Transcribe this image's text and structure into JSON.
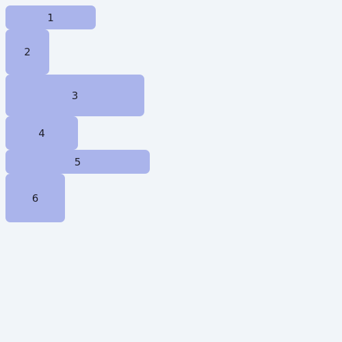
{
  "boxes": [
    {
      "label": "1"
    },
    {
      "label": "2"
    },
    {
      "label": "3"
    },
    {
      "label": "4"
    },
    {
      "label": "5"
    },
    {
      "label": "6"
    }
  ],
  "colors": {
    "background": "#f1f5f9",
    "box_fill": "#aab4eb",
    "text": "#1e1e28"
  }
}
